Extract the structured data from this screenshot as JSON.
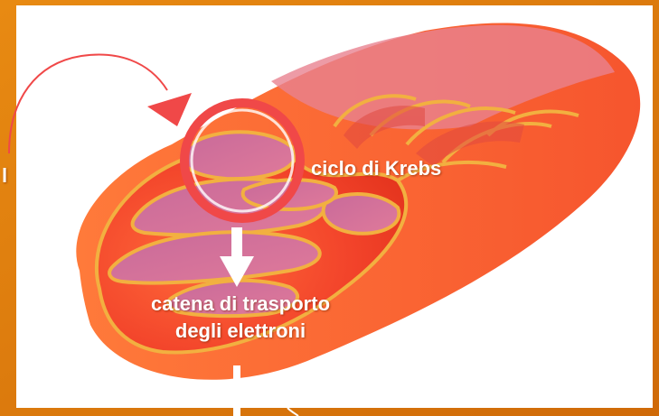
{
  "labels": {
    "krebs": "ciclo di Krebs",
    "catena_line1": "catena di trasporto",
    "catena_line2": "degli elettroni",
    "left_edge_fragment": "l"
  },
  "colors": {
    "background": "#dd7c0c",
    "panel": "#ffffff",
    "membrane": "#f0402a",
    "cristae": "#f2b040",
    "inner_space": "#d9708c",
    "highlight_ring": "#f04848",
    "arrow": "#ffffff"
  }
}
